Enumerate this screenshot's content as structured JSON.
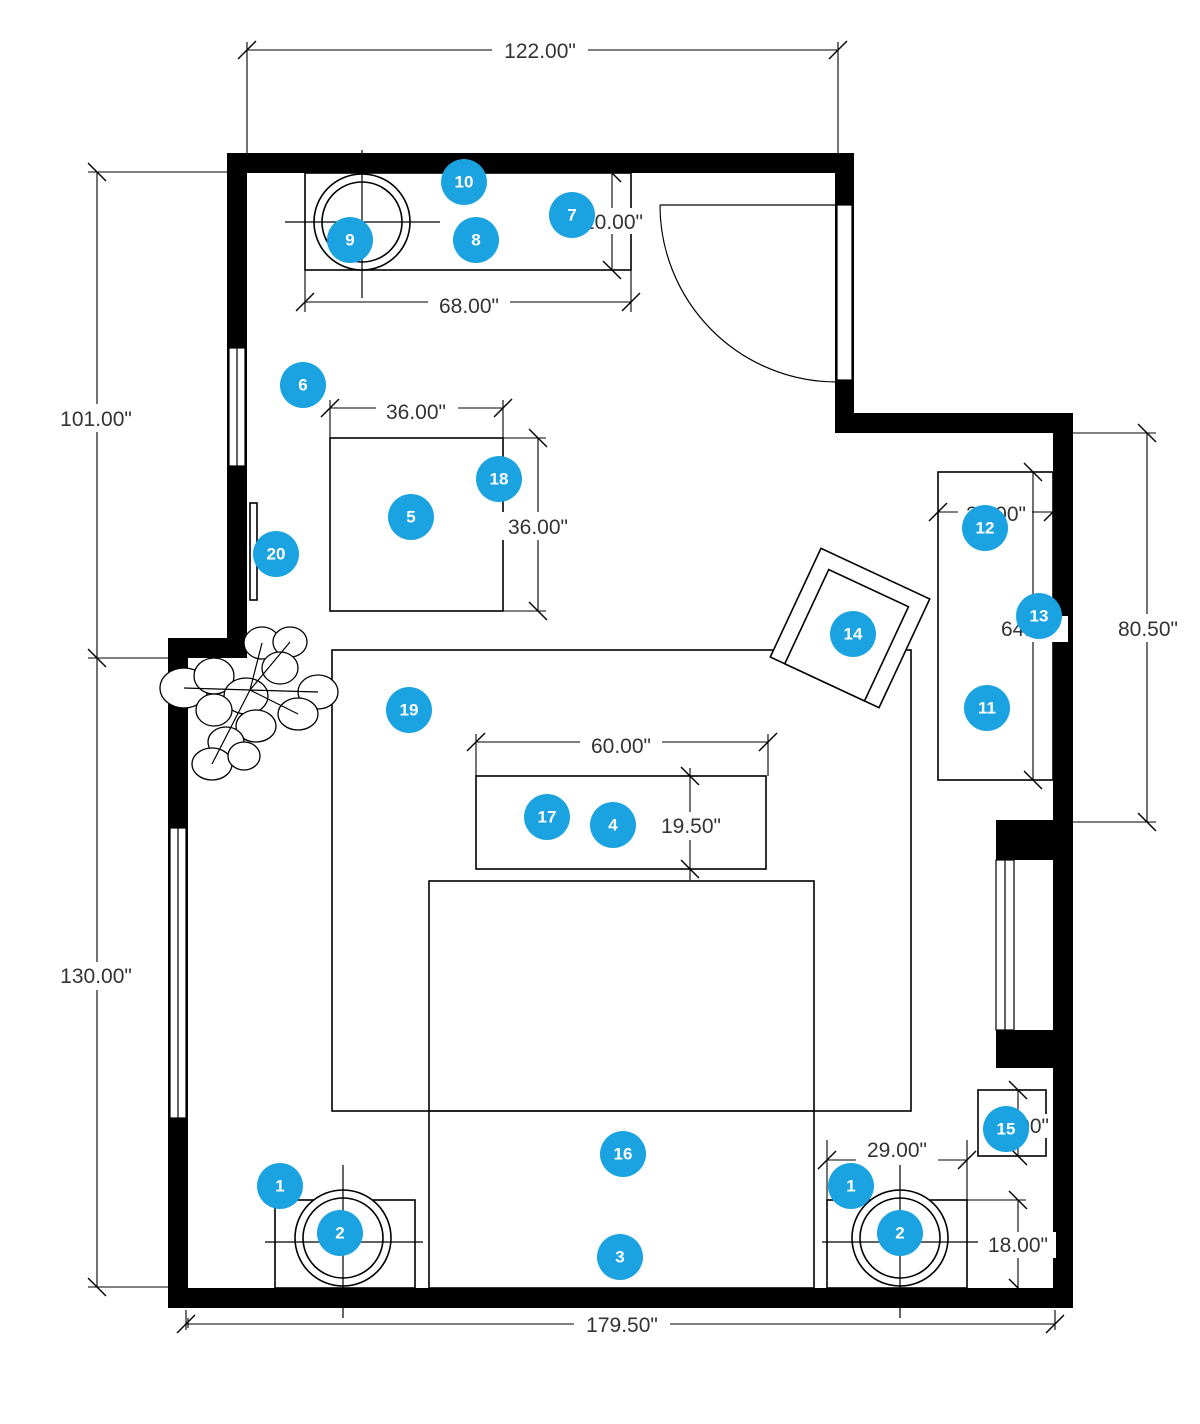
{
  "dimensions": {
    "top_width": "122.00\"",
    "bottom_width": "179.50\"",
    "left_upper": "101.00\"",
    "left_lower": "130.00\"",
    "right_alcove": "80.50\"",
    "dresser_width": "68.00\"",
    "dresser_depth": "20.00\"",
    "table_width": "36.00\"",
    "table_depth": "36.00\"",
    "bench_width": "60.00\"",
    "bench_depth": "19.50\"",
    "nightstand_width": "29.00\"",
    "nightstand_depth": "18.00\"",
    "sofa_depth": "24.00\"",
    "sofa_length": "64.00\"",
    "sidetable": "20.00\""
  },
  "markers": [
    {
      "label": "1"
    },
    {
      "label": "1"
    },
    {
      "label": "2"
    },
    {
      "label": "2"
    },
    {
      "label": "3"
    },
    {
      "label": "4"
    },
    {
      "label": "5"
    },
    {
      "label": "6"
    },
    {
      "label": "7"
    },
    {
      "label": "8"
    },
    {
      "label": "9"
    },
    {
      "label": "10"
    },
    {
      "label": "11"
    },
    {
      "label": "12"
    },
    {
      "label": "13"
    },
    {
      "label": "14"
    },
    {
      "label": "15"
    },
    {
      "label": "16"
    },
    {
      "label": "17"
    },
    {
      "label": "18"
    },
    {
      "label": "19"
    },
    {
      "label": "20"
    }
  ],
  "colors": {
    "marker": "#1aa3e0",
    "wall": "#000000",
    "background": "#ffffff"
  }
}
